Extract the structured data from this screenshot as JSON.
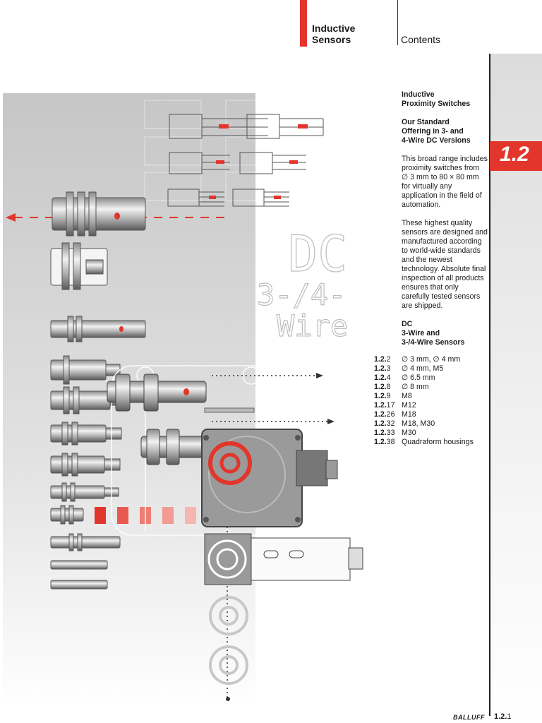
{
  "header": {
    "section_title_line1": "Inductive",
    "section_title_line2": "Sensors",
    "contents_label": "Contents"
  },
  "chapter_badge": {
    "number": "1.2"
  },
  "illustration": {
    "overlay_line1": "DC",
    "overlay_line2": "3-/4-",
    "overlay_line3": "Wire"
  },
  "intro": {
    "heading_line1": "Inductive",
    "heading_line2": "Proximity Switches",
    "subheading_line1": "Our Standard",
    "subheading_line2": "Offering in 3- and",
    "subheading_line3": "4-Wire DC Versions",
    "paragraph1": "This broad range includes proximity switches from ∅ 3 mm to 80 × 80 mm for virtually any application in the field of automation.",
    "paragraph2": "These highest quality sensors are designed and manufactured according to world-wide standards and the newest technology. Absolute final inspection of all products ensures that only carefully tested sensors are shipped."
  },
  "contents": {
    "heading_line1": "DC",
    "heading_line2": "3-Wire and",
    "heading_line3": "3-/4-Wire Sensors",
    "items": [
      {
        "prefix": "1.2.",
        "page": "2",
        "label": "∅ 3 mm, ∅ 4 mm"
      },
      {
        "prefix": "1.2.",
        "page": "3",
        "label": "∅ 4 mm, M5"
      },
      {
        "prefix": "1.2.",
        "page": "4",
        "label": "∅ 6.5 mm"
      },
      {
        "prefix": "1.2.",
        "page": "8",
        "label": "∅ 8 mm"
      },
      {
        "prefix": "1.2.",
        "page": "9",
        "label": "M8"
      },
      {
        "prefix": "1.2.",
        "page": "17",
        "label": "M12"
      },
      {
        "prefix": "1.2.",
        "page": "26",
        "label": "M18"
      },
      {
        "prefix": "1.2.",
        "page": "32",
        "label": "M18, M30"
      },
      {
        "prefix": "1.2.",
        "page": "33",
        "label": "M30"
      },
      {
        "prefix": "1.2.",
        "page": "38",
        "label": "Quadraform housings"
      }
    ]
  },
  "footer": {
    "brand": "BALLUFF",
    "page_prefix": "1.2.",
    "page_number": "1"
  },
  "colors": {
    "accent_red": "#e2352b",
    "grey_panel": "#c9c9c9"
  }
}
